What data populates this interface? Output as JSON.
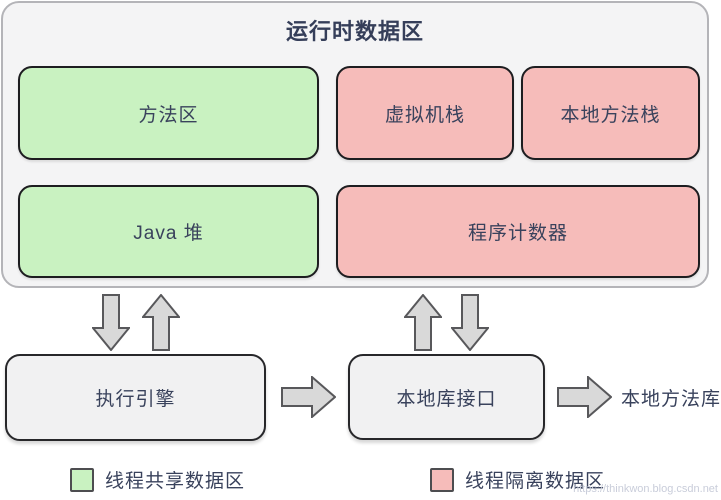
{
  "title": "运行时数据区",
  "runtime_area": {
    "method_area": "方法区",
    "vm_stack": "虚拟机栈",
    "native_method_stack": "本地方法栈",
    "java_heap": "Java 堆",
    "program_counter": "程序计数器"
  },
  "flow": {
    "execution_engine": "执行引擎",
    "native_library_interface": "本地库接口",
    "native_method_library": "本地方法库"
  },
  "legend": {
    "shared": {
      "label": "线程共享数据区",
      "color": "#c9f2c1"
    },
    "isolated": {
      "label": "线程隔离数据区",
      "color": "#f6bcba"
    }
  },
  "colors": {
    "shared_green": "#c9f2c1",
    "isolated_pink": "#f6bcba",
    "container_fill": "#f4f4f5",
    "engine_fill": "#f1f1f2",
    "arrow_fill": "#d9d9d9",
    "text": "#39425c"
  },
  "watermark": "https://thinkwon.blog.csdn.net"
}
